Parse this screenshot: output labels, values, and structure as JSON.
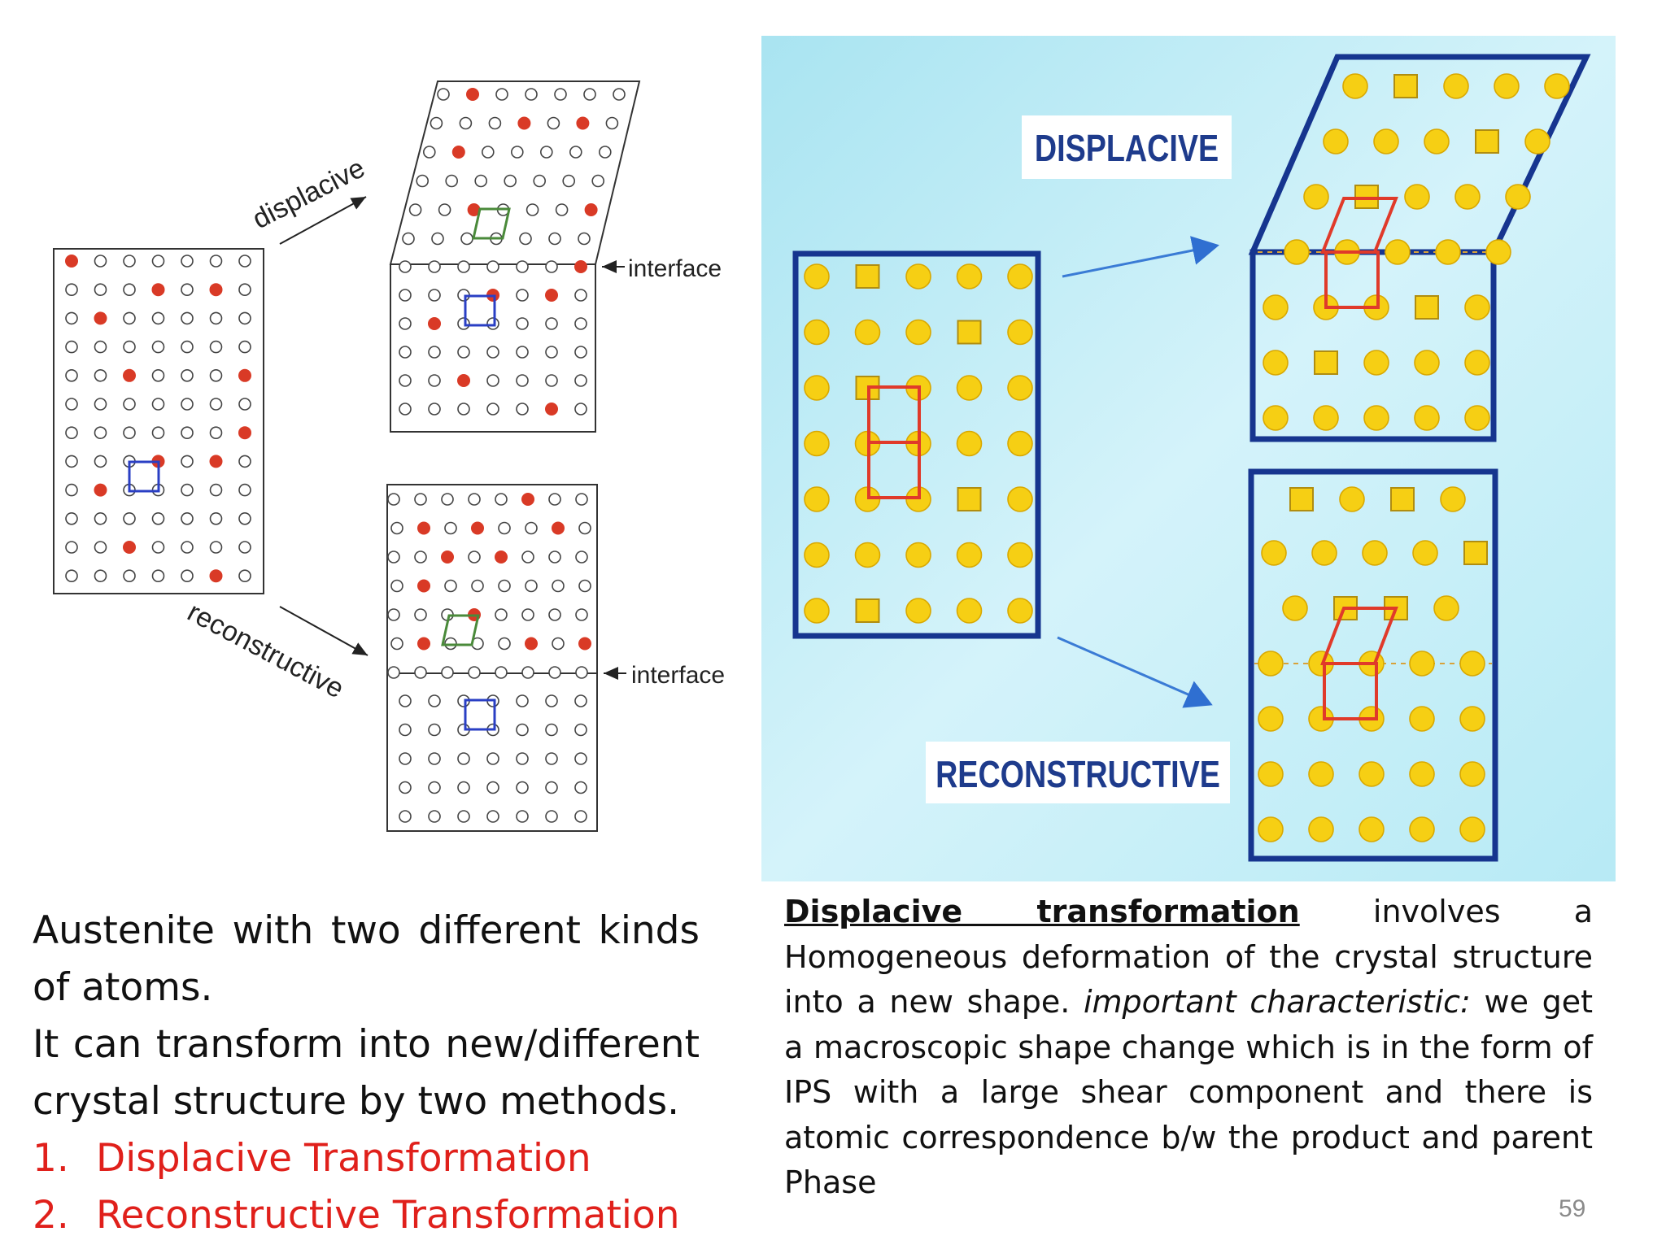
{
  "left_diagram": {
    "label_displacive": "displacive",
    "label_reconstructive": "reconstructive",
    "label_interface_top": "interface",
    "label_interface_bottom": "interface"
  },
  "right_diagram": {
    "label_displacive": "DISPLACIVE",
    "label_reconstructive": "RECONSTRUCTIVE"
  },
  "left_text": {
    "intro_line1": "Austenite with two different kinds of atoms.",
    "intro_line2": "It can transform into new/different crystal structure by two methods.",
    "methods": [
      {
        "number": "1.",
        "label": "Displacive Transformation"
      },
      {
        "number": "2.",
        "label": "Reconstructive Transformation"
      }
    ]
  },
  "right_text": {
    "term": "Displacive transformation",
    "part1": " involves a Homogeneous deformation of the crystal structure into a new shape. ",
    "emphasis": "important characteristic:",
    "part2": " we get a macroscopic shape change which is in the form of IPS with a large shear component and there is atomic correspondence b/w the product and parent Phase"
  },
  "page_number": "59",
  "colors": {
    "solute_atom": "#d93a26",
    "solvent_atom_outline": "#444444",
    "unit_cell_blue": "#2a3fc4",
    "unit_cell_green": "#4a8a3a",
    "panel_background": "#c2ecf6",
    "crystal_border": "#16358f",
    "yellow_atom": "#f6cf14",
    "red_cell": "#e03a2a",
    "method_text": "#e0201b"
  }
}
